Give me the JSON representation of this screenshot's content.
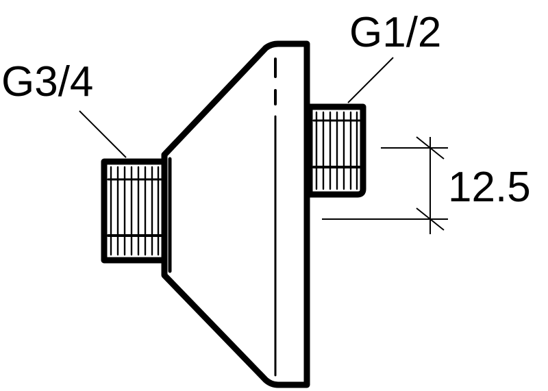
{
  "labels": {
    "inlet_thread": "G3/4",
    "outlet_thread": "G1/2",
    "offset_dimension": "12.5"
  },
  "colors": {
    "ink": "#000000",
    "background": "#ffffff"
  }
}
